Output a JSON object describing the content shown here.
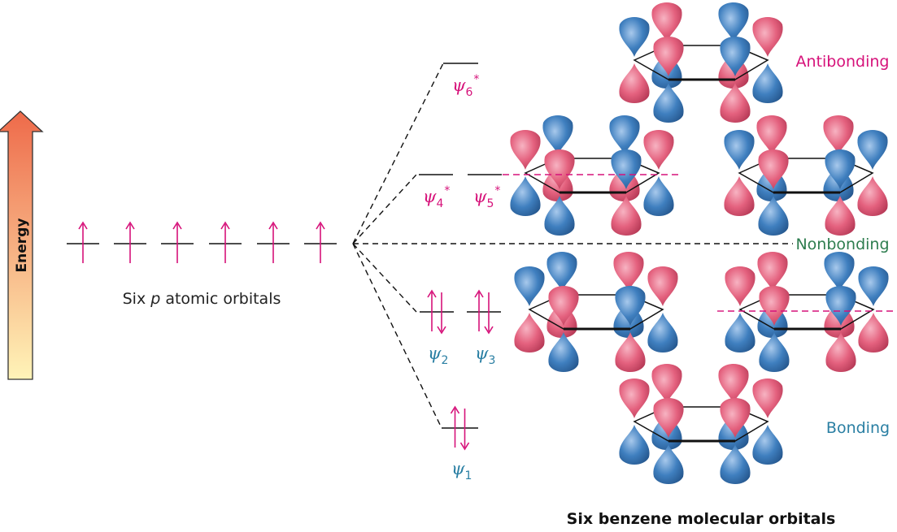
{
  "colors": {
    "magenta": "#d6127a",
    "teal": "#2a7fa3",
    "green": "#2e7d4f",
    "lobe_pink": "#e4617e",
    "lobe_blue": "#3f7fbf",
    "arrow_top": "#ee6a4a",
    "arrow_bottom": "#fff4b8"
  },
  "energy_axis": {
    "label": "Energy"
  },
  "atomic_orbitals": {
    "label_prefix": "Six ",
    "label_italic": "p",
    "label_suffix": " atomic orbitals",
    "count": 6,
    "electrons_each": 1
  },
  "molecular_orbitals": {
    "caption": "Six benzene molecular orbitals",
    "levels": [
      {
        "id": "psi6",
        "symbol": "ψ",
        "subscript": "6",
        "star": "*",
        "electrons": 0,
        "color": "magenta"
      },
      {
        "id": "psi4",
        "symbol": "ψ",
        "subscript": "4",
        "star": "*",
        "electrons": 0,
        "color": "magenta"
      },
      {
        "id": "psi5",
        "symbol": "ψ",
        "subscript": "5",
        "star": "*",
        "electrons": 0,
        "color": "magenta"
      },
      {
        "id": "psi2",
        "symbol": "ψ",
        "subscript": "2",
        "star": "",
        "electrons": 2,
        "color": "teal"
      },
      {
        "id": "psi3",
        "symbol": "ψ",
        "subscript": "3",
        "star": "",
        "electrons": 2,
        "color": "teal"
      },
      {
        "id": "psi1",
        "symbol": "ψ",
        "subscript": "1",
        "star": "",
        "electrons": 2,
        "color": "teal"
      }
    ]
  },
  "regions": {
    "antibonding": "Antibonding",
    "nonbonding": "Nonbonding",
    "bonding": "Bonding"
  },
  "orbital_pictures": [
    {
      "level": "psi6",
      "top_lobes": [
        "blue",
        "pink",
        "blue",
        "pink",
        "blue",
        "pink"
      ]
    },
    {
      "level": "psi4",
      "top_lobes": [
        "pink",
        "blue",
        "blue",
        "pink"
      ]
    },
    {
      "level": "psi5",
      "top_lobes": [
        "blue",
        "pink",
        "pink",
        "blue",
        "blue",
        "pink"
      ]
    },
    {
      "level": "psi2",
      "top_lobes": [
        "blue",
        "blue",
        "pink",
        "pink",
        "blue",
        "pink"
      ]
    },
    {
      "level": "psi3",
      "top_lobes": [
        "pink",
        "pink",
        "blue",
        "blue"
      ]
    },
    {
      "level": "psi1",
      "top_lobes": [
        "pink",
        "pink",
        "pink",
        "pink",
        "pink",
        "pink"
      ]
    }
  ]
}
